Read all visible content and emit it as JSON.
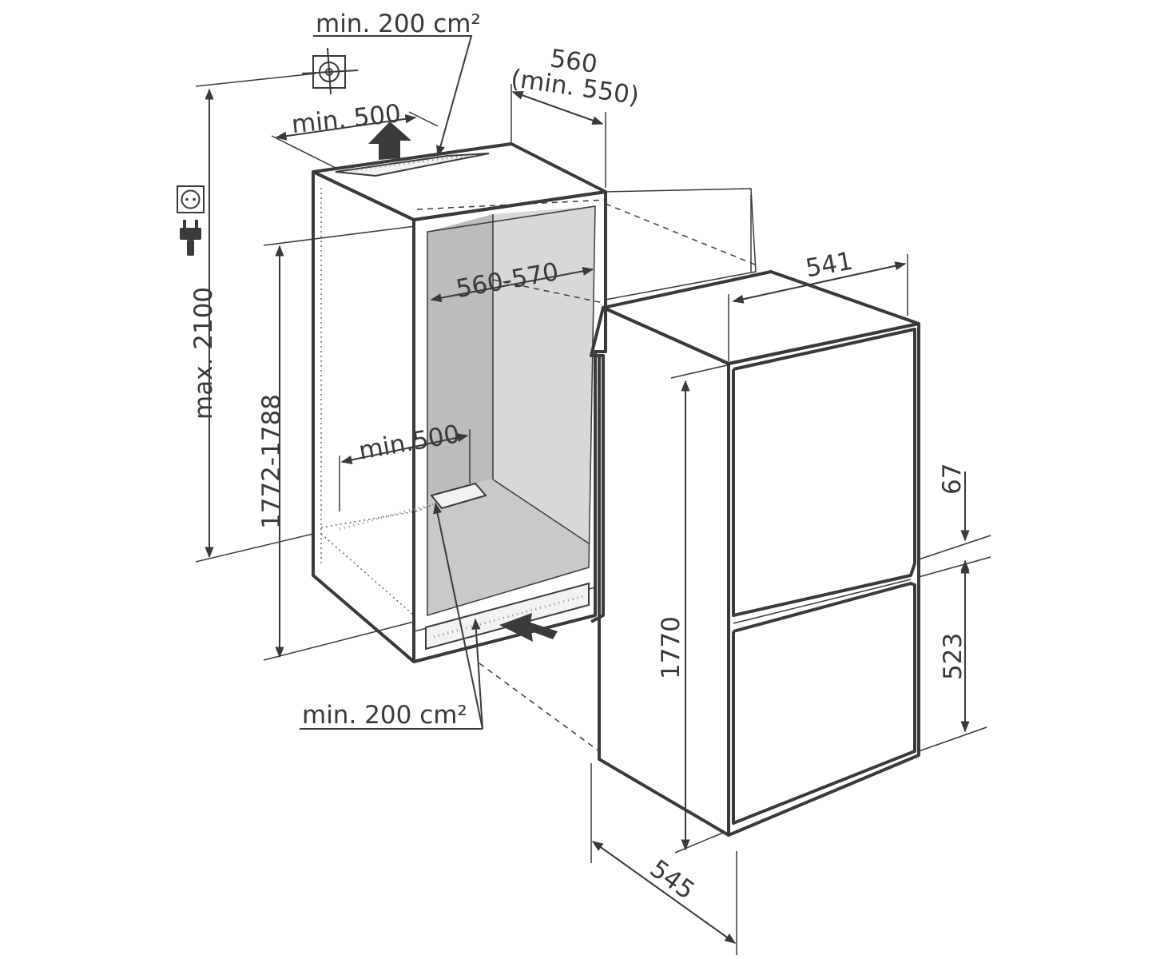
{
  "dimensions": {
    "top_vent_area": "min. 200 cm²",
    "niche_width_top": "560",
    "niche_width_min": "(min. 550)",
    "top_clearance": "min. 500",
    "max_height": "max. 2100",
    "niche_height": "1772-1788",
    "niche_depth": "560-570",
    "front_clearance": "min.500",
    "bottom_vent_area": "min. 200 cm²",
    "appliance_depth_top": "541",
    "appliance_height": "1770",
    "appliance_depth_total": "545",
    "gap_height": "67",
    "lower_door_height": "523"
  },
  "icons": [
    "ventilation-symbol-icon",
    "power-socket-icon",
    "power-plug-icon",
    "airflow-arrow-up-icon",
    "airflow-arrow-in-icon"
  ],
  "colors": {
    "line": "#3a3a3a",
    "cabinet_interior_dark": "#bdbdbd",
    "cabinet_interior_light": "#d6d6d6",
    "cabinet_floor": "#c8c8c8",
    "vent_fill": "#f2f2f2"
  }
}
